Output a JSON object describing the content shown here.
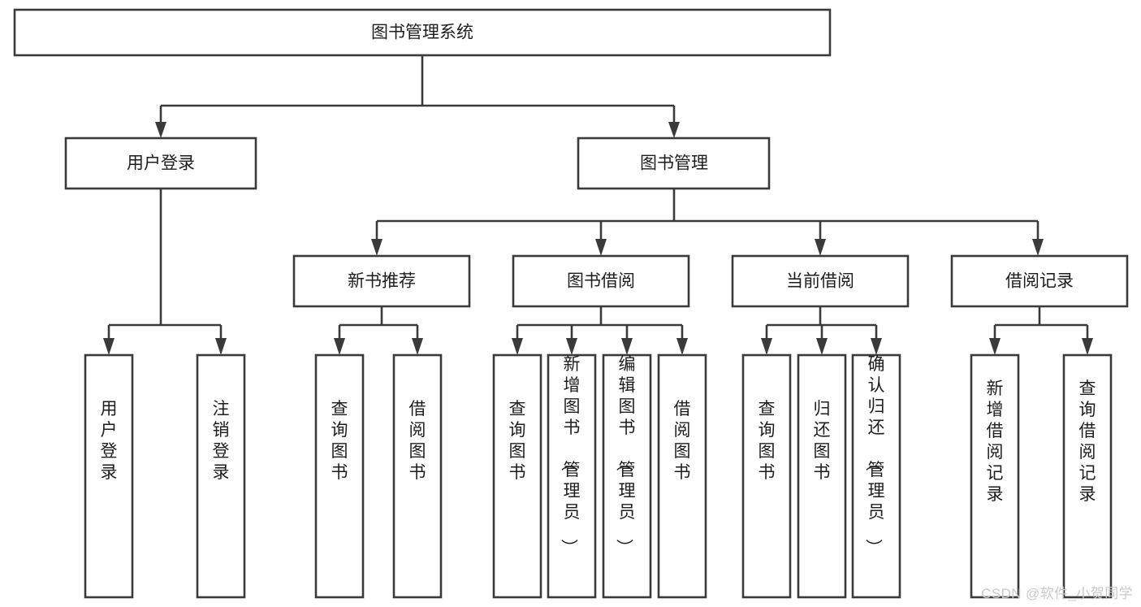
{
  "diagram": {
    "title": "图书管理系统",
    "type": "tree-hierarchy",
    "orientation": "top-down",
    "theme": {
      "box_fill": "#ffffff",
      "box_stroke": "#3a3a3a",
      "connector_color": "#3a3a3a",
      "text_color": "#1d1d1d",
      "background": "#ffffff",
      "watermark_color": "#c9c9c9"
    },
    "root": {
      "label": "图书管理系统"
    },
    "level2": [
      {
        "label": "用户登录"
      },
      {
        "label": "图书管理"
      }
    ],
    "level3": [
      {
        "label": "新书推荐"
      },
      {
        "label": "图书借阅"
      },
      {
        "label": "当前借阅"
      },
      {
        "label": "借阅记录"
      }
    ],
    "leaves_user_login": [
      {
        "label": "用户登录"
      },
      {
        "label": "注销登录"
      }
    ],
    "leaves_new_book": [
      {
        "label": "查询图书"
      },
      {
        "label": "借阅图书"
      }
    ],
    "leaves_borrow": [
      {
        "label": "查询图书"
      },
      {
        "label": "新增图书（管理员）"
      },
      {
        "label": "编辑图书（管理员）"
      },
      {
        "label": "借阅图书"
      }
    ],
    "leaves_current": [
      {
        "label": "查询图书"
      },
      {
        "label": "归还图书"
      },
      {
        "label": "确认归还（管理员）"
      }
    ],
    "leaves_records": [
      {
        "label": "新增借阅记录"
      },
      {
        "label": "查询借阅记录"
      }
    ]
  },
  "watermark": {
    "text": "CSDN @软件_小贺同学"
  }
}
